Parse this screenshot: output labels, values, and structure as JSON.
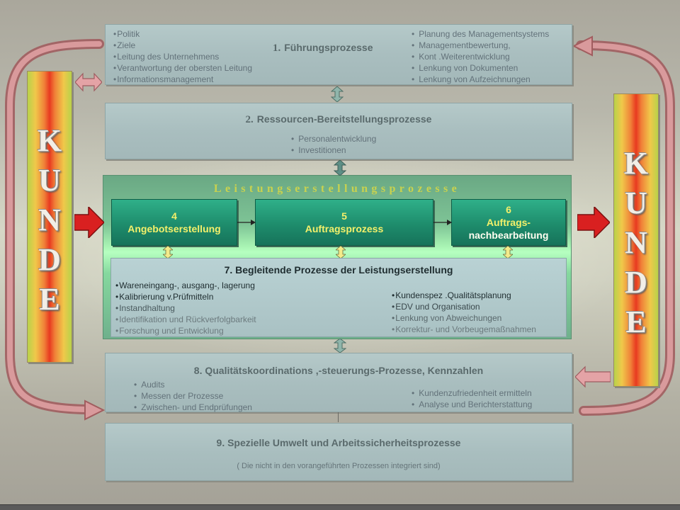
{
  "kunde_left": {
    "letters": [
      "K",
      "U",
      "N",
      "D",
      "E"
    ]
  },
  "kunde_right": {
    "letters": [
      "K",
      "U",
      "N",
      "D",
      "E"
    ]
  },
  "box1": {
    "number": "1.",
    "title": "Führungsprozesse",
    "left_items": [
      "Politik",
      "Ziele",
      "Leitung des Unternehmens",
      "Verantwortung der obersten Leitung",
      "Informationsmanagement"
    ],
    "right_items": [
      "Planung des Managementsystems",
      "Managementbewertung,",
      "Kont .Weiterentwicklung",
      "Lenkung von Dokumenten",
      "Lenkung von Aufzeichnungen"
    ]
  },
  "box2": {
    "number": "2.",
    "title": "Ressourcen-Bereitstellungsprozesse",
    "items": [
      "Personalentwicklung",
      "Investitionen"
    ]
  },
  "leistung": {
    "title": "Leistungserstellungsprozesse",
    "steps": [
      {
        "number": "4",
        "label": "Angebotserstellung"
      },
      {
        "number": "5",
        "label": "Auftragsprozess"
      },
      {
        "number": "6",
        "label_a": "Auftrags-",
        "label_b": "nachbearbeitung"
      }
    ]
  },
  "box7": {
    "title": "7. Begleitende Prozesse der Leistungserstellung",
    "left_items": [
      "Wareneingang-, ausgang-, lagerung",
      "Kalibrierung v.Prüfmitteln",
      "Instandhaltung",
      "Identifikation und Rückverfolgbarkeit",
      "Forschung und Entwicklung"
    ],
    "right_items": [
      "Kundenspez .Qualitätsplanung",
      "EDV und Organisation",
      "Lenkung von Abweichungen",
      "Korrektur- und Vorbeugemaßnahmen"
    ]
  },
  "box8": {
    "title": "8. Qualitätskoordinations ,-steuerungs-Prozesse, Kennzahlen",
    "left_items": [
      "Audits",
      "Messen der Prozesse",
      "Zwischen- und Endprüfungen"
    ],
    "right_items": [
      "Kundenzufriedenheit ermitteln",
      "Analyse und Berichterstattung"
    ]
  },
  "box9": {
    "title": "9. Spezielle Umwelt und Arbeitssicherheitsprozesse",
    "note": "( Die nicht in den vorangeführten Prozessen integriert sind)"
  },
  "colors": {
    "box_fill": "#a9bebf",
    "leistung_green": "#7ec496",
    "step_fill": "#1e8c6c",
    "step_text": "#f4f06a",
    "loop_arrow": "#c96f73",
    "red_arrow": "#d22020",
    "double_arrow_teal": "#5e8f86",
    "double_arrow_yellow": "#f3eb8a"
  }
}
